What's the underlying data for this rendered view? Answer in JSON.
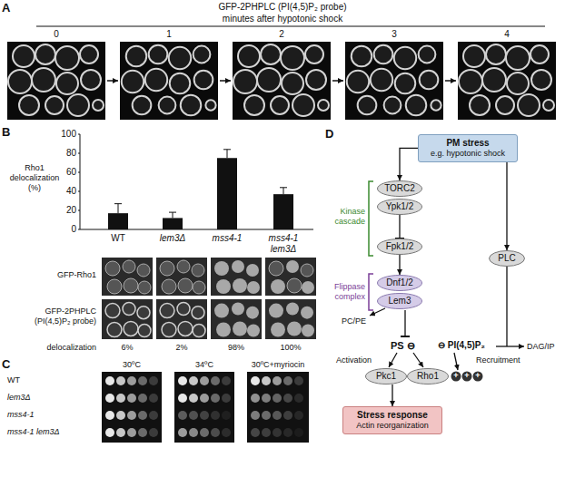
{
  "diagram": {
    "nodes": [
      {
        "text": [
          "PM stress",
          "e.g. hypotonic shock"
        ]
      },
      {
        "text": [
          "TORC2"
        ]
      },
      {
        "text": [
          "Ypk1/2"
        ]
      },
      {
        "text": [
          "Fpk1/2"
        ]
      },
      {
        "text": [
          "Dnf1/2"
        ]
      },
      {
        "text": [
          "Lem3"
        ]
      },
      {
        "text": [
          "PLC"
        ]
      },
      {
        "text": [
          "Pkc1"
        ]
      },
      {
        "text": [
          "Rho1"
        ]
      },
      {
        "text": [
          "Stress response",
          "Actin reorganization"
        ]
      }
    ],
    "edges": [
      {
        "from": 0,
        "to": 1,
        "arrow": "to"
      },
      {
        "from": 0,
        "to": 6,
        "arrow": "to"
      },
      {
        "from": 2,
        "to": 3,
        "arrow": "to"
      },
      {
        "from": 3,
        "to": 4,
        "arrow": "to"
      },
      {
        "from": 7,
        "to": 9,
        "arrow": "to"
      }
    ],
    "labels": [
      "A",
      "GFP-2PHPLC (PI(4,5)P₂ probe)",
      "minutes after hypotonic shock",
      "0",
      "1",
      "2",
      "3",
      "4",
      "B",
      "Rho1 delocalization (%)",
      "100",
      "80",
      "60",
      "40",
      "20",
      "0",
      "WT",
      "lem3Δ",
      "mss4-1",
      "mss4-1 lem3Δ",
      "GFP-Rho1",
      "GFP-2PHPLC (PI(4,5)P₂ probe)",
      "delocalization",
      "6%",
      "2%",
      "98%",
      "100%",
      "C",
      "30ºC",
      "34ºC",
      "30ºC+myriocin",
      "WT",
      "lem3Δ",
      "mss4-1",
      "mss4-1 lem3Δ",
      "D",
      "Kinase cascade",
      "Flippase complex",
      "PC/PE",
      "PS ⊖",
      "⊖ PI(4,5)P₂",
      "DAG/IP",
      "Activation",
      "Recruitment",
      "+",
      "+",
      "+"
    ]
  }
}
